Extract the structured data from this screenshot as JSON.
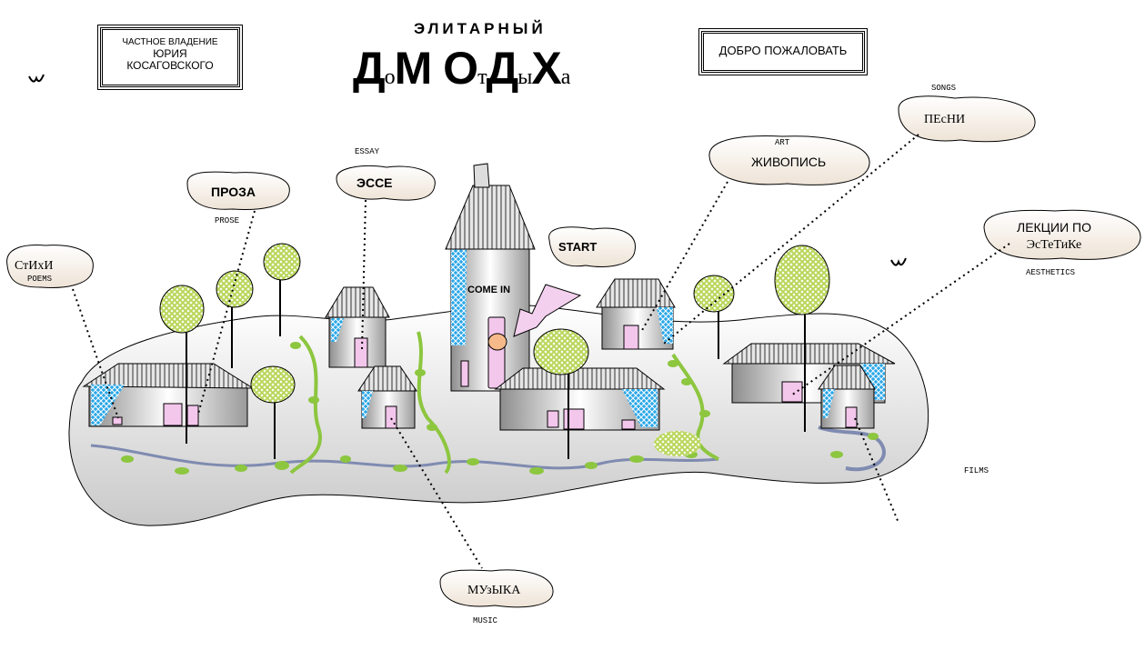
{
  "header": {
    "owner_sign": {
      "line1": "ЧАСТНОЕ ВЛАДЕНИЕ",
      "line2": "ЮРИЯ",
      "line3": "КОСАГОВСКОГО"
    },
    "welcome_sign": "ДОБРО ПОЖАЛОВАТЬ",
    "subtitle": "ЭЛИТАРНЫЙ",
    "title_parts": [
      "Д",
      "о",
      "М ",
      "О",
      "т",
      "Д",
      "ы",
      "Х",
      "а"
    ]
  },
  "nav": {
    "poems": {
      "label": "СтИхИ",
      "eng": "POEMS"
    },
    "prose": {
      "label": "ПРОЗА",
      "eng": "PROSE"
    },
    "essay": {
      "label": "ЭССЕ",
      "eng": "ESSAY"
    },
    "start": {
      "label": "START"
    },
    "come_in": {
      "label": "COME IN"
    },
    "art": {
      "label": "ЖИВОПИСЬ",
      "eng": "ART"
    },
    "songs": {
      "label": "ПЕсНИ",
      "eng": "SONGS"
    },
    "aesthetics": {
      "line1": "ЛЕКЦИИ ПО",
      "line2": "ЭсТеТиКе",
      "eng": "AESTHETICS"
    },
    "music": {
      "label": "МУзЫКА",
      "eng": "MUSIC"
    },
    "films": {
      "eng": "FILMS"
    }
  },
  "colors": {
    "roof_blue": "#2aa7e8",
    "door_pink": "#f3c6ec",
    "foliage": "#b9d65a",
    "vine": "#8dc63f",
    "cloud": "#f6efe6"
  }
}
